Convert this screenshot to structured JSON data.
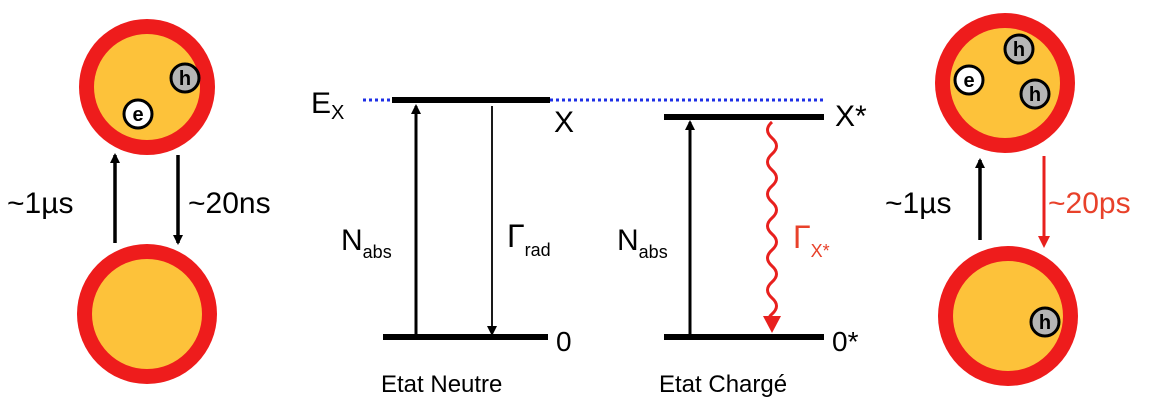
{
  "colors": {
    "dot_outer": "#ee1c1c",
    "dot_inner": "#fdc23a",
    "carrier_fill": "#ffffff",
    "hole_fill": "#b5b5b5",
    "red_arrow": "#e8201e",
    "red_text": "#e8412a",
    "dotted_line": "#1e2fe6",
    "line": "#000000"
  },
  "left": {
    "up_time": "~1µs",
    "down_time": "~20ns",
    "upper_dot": {
      "carriers": [
        "h",
        "e"
      ]
    },
    "lower_dot": {
      "carriers": []
    }
  },
  "right": {
    "up_time": "~1µs",
    "down_time": "~20ps",
    "upper_dot": {
      "carriers": [
        "h",
        "e",
        "h"
      ]
    },
    "lower_dot": {
      "carriers": [
        "h"
      ]
    }
  },
  "neutral": {
    "energy_label": "E",
    "energy_sub": "X",
    "upper_level": "X",
    "lower_level": "0",
    "abs_label": "N",
    "abs_sub": "abs",
    "rad_label": "Γ",
    "rad_sub": "rad",
    "caption": "Etat Neutre"
  },
  "charged": {
    "upper_level": "X*",
    "lower_level": "0*",
    "abs_label": "N",
    "abs_sub": "abs",
    "rad_label": "Γ",
    "rad_sub": "X*",
    "caption": "Etat Chargé"
  }
}
